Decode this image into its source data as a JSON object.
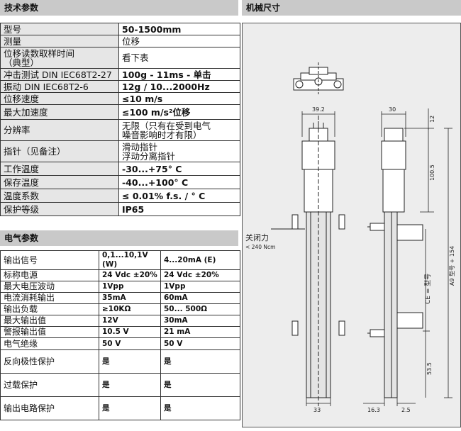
{
  "tech_header": "技术参数",
  "mech_header": "机械尺寸",
  "elec_header": "电气参数",
  "tech_rows": [
    {
      "label": "型号",
      "value": "50-1500mm"
    },
    {
      "label": "测量",
      "value": "位移"
    },
    {
      "label": "位移读数取样时间\n（典型）",
      "value": "看下表"
    },
    {
      "label": "冲击测试 DIN IEC68T2-27",
      "value": "100g - 11ms - 单击"
    },
    {
      "label": "振动 DIN IEC68T2-6",
      "value": "12g / 10...2000Hz"
    },
    {
      "label": "位移速度",
      "value": "≤10 m/s"
    },
    {
      "label": "最大加速度",
      "value": "≤100 m/s²位移"
    },
    {
      "label": "分辨率",
      "value": "无限（只有在受到电气\n噪音影响时才有限）"
    },
    {
      "label": "指针（见备注）",
      "value": "滑动指针\n浮动分离指针"
    },
    {
      "label": "工作温度",
      "value": "-30...+75° C"
    },
    {
      "label": "保存温度",
      "value": "-40...+100° C"
    },
    {
      "label": "温度系数",
      "value": "≤ 0.01% f.s. / ° C"
    },
    {
      "label": "保护等级",
      "value": "IP65"
    }
  ],
  "elec_rows": [
    {
      "label": "输出信号",
      "v1": "0,1...10,1V (W)",
      "v2": "4...20mA (E)"
    },
    {
      "label": "标称电源",
      "v1": "24 Vdc ±20%",
      "v2": "24 Vdc ±20%"
    },
    {
      "label": "最大电压波动",
      "v1": "1Vpp",
      "v2": "1Vpp"
    },
    {
      "label": "电流消耗输出",
      "v1": "35mA",
      "v2": "60mA"
    },
    {
      "label": "输出负载",
      "v1": "≥10KΩ",
      "v2": "50... 500Ω"
    },
    {
      "label": "最大输出值",
      "v1": "12V",
      "v2": "30mA"
    },
    {
      "label": "警报输出值",
      "v1": "10.5 V",
      "v2": "21 mA"
    },
    {
      "label": "电气绝缘",
      "v1": "50 V",
      "v2": "50 V"
    },
    {
      "label": "反向极性保护",
      "v1": "是",
      "v2": "是"
    },
    {
      "label": "过载保护",
      "v1": "是",
      "v2": "是"
    },
    {
      "label": "输出电路保护",
      "v1": "是",
      "v2": "是"
    }
  ],
  "drawing": {
    "dim_39_2": "39.2",
    "dim_30": "30",
    "dim_12": "12",
    "dim_100_5": "100.5",
    "dim_53_5": "53.5",
    "dim_33": "33",
    "dim_16_3": "16.3",
    "dim_2_5": "2.5",
    "closing_force_label": "关闭力",
    "closing_force_value": "< 240 Ncm",
    "ce_label": "CE = 型号",
    "a_label": "A9 型号 + 154"
  }
}
